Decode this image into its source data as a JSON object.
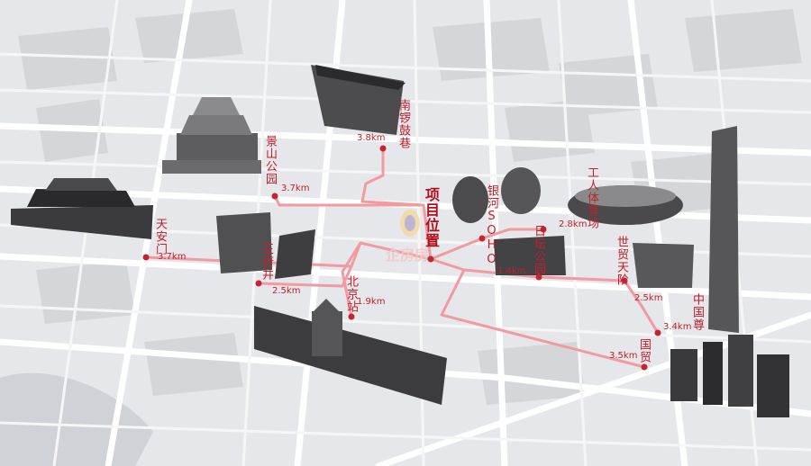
{
  "colors": {
    "route": "#f19ba0",
    "dot": "#c3262f",
    "label": "#c0202a"
  },
  "watermark": "企房房",
  "project": {
    "label": "项目位置"
  },
  "landmarks": [
    {
      "id": "nanluoguxiang",
      "name": "南锣鼓巷",
      "distance": "3.8km"
    },
    {
      "id": "jingshan",
      "name": "景山公园",
      "distance": "3.7km"
    },
    {
      "id": "tiananmen",
      "name": "天安门",
      "distance": "3.7km"
    },
    {
      "id": "wangfujing",
      "name": "王府井",
      "distance": "2.5km"
    },
    {
      "id": "beijingzhan",
      "name": "北京站",
      "distance": "1.9km"
    },
    {
      "id": "yinhesoho",
      "name": "银河SOHO",
      "distance": ""
    },
    {
      "id": "ritan",
      "name": "日坛公园",
      "distance": "1.4km"
    },
    {
      "id": "gongti",
      "name": "工人体育场",
      "distance": "2.8km"
    },
    {
      "id": "shimao",
      "name": "世贸天阶",
      "distance": "2.5km"
    },
    {
      "id": "zhongguozun",
      "name": "中国尊",
      "distance": "3.4km"
    },
    {
      "id": "guomao",
      "name": "国贸",
      "distance": "3.5km"
    }
  ]
}
